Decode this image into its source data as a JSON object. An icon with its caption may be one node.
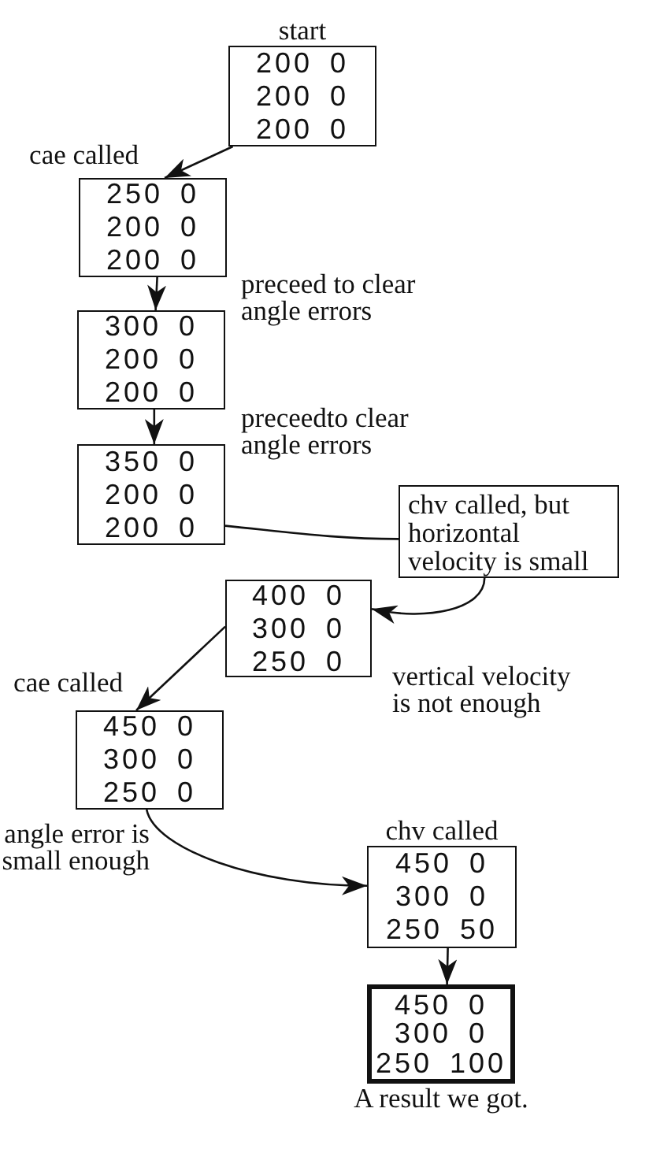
{
  "diagram": {
    "nodes": [
      {
        "text": [
          "start",
          "200 0",
          "200 0",
          "200 0"
        ]
      },
      {
        "text": [
          "250 0",
          "200 0",
          "200 0"
        ]
      },
      {
        "text": [
          "300 0",
          "200 0",
          "200 0"
        ]
      },
      {
        "text": [
          "350 0",
          "200 0",
          "200 0"
        ]
      },
      {
        "text": [
          "chv called, but horizontal velocity is small"
        ]
      },
      {
        "text": [
          "400 0",
          "300 0",
          "250 0"
        ]
      },
      {
        "text": [
          "450 0",
          "300 0",
          "250 0"
        ]
      },
      {
        "text": [
          "chv called",
          "450 0",
          "300 0",
          "250 50"
        ]
      },
      {
        "text": [
          "450 0",
          "300 0",
          "250 100"
        ],
        "beside": [
          "A result we got."
        ]
      }
    ],
    "edges": [
      {
        "from": 0,
        "to": 1,
        "arrow": "to",
        "label": "cae called"
      },
      {
        "from": 1,
        "to": 2,
        "arrow": "to",
        "label": "preceed to clear angle errors"
      },
      {
        "from": 2,
        "to": 3,
        "arrow": "to",
        "label": "preceedto clear angle errors"
      },
      {
        "from": 3,
        "to": 4,
        "arrow": "none"
      },
      {
        "from": 4,
        "to": 5,
        "arrow": "to",
        "label": "vertical velocity is not enough"
      },
      {
        "from": 5,
        "to": 6,
        "arrow": "to",
        "label": "cae called"
      },
      {
        "from": 6,
        "to": 7,
        "arrow": "to",
        "label": "angle error is small enough"
      },
      {
        "from": 7,
        "to": 8,
        "arrow": "to"
      }
    ]
  }
}
